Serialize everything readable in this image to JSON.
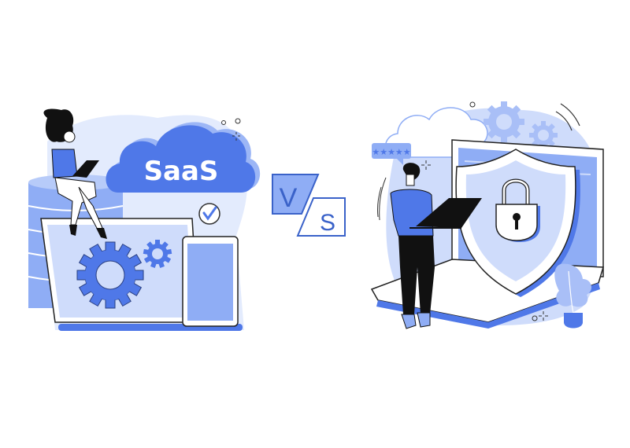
{
  "illustration": {
    "left_panel": {
      "cloud_label": "SaaS",
      "elements": [
        "woman-with-laptop",
        "database-cylinder",
        "laptop",
        "gear-large",
        "gear-small",
        "tablet",
        "check-badge"
      ]
    },
    "center_badge": {
      "letter_v": "V",
      "letter_s": "S"
    },
    "right_panel": {
      "rating_bubble": "★★★★★",
      "elements": [
        "man-with-laptop",
        "cloud",
        "gears",
        "laptop",
        "security-shield",
        "padlock",
        "plant"
      ]
    },
    "colors": {
      "primary_blue": "#4f78e8",
      "mid_blue": "#8fadf5",
      "light_blue": "#cfdcfb",
      "pale_blue": "#e3ebfd",
      "ink": "#111111",
      "white": "#ffffff"
    }
  }
}
